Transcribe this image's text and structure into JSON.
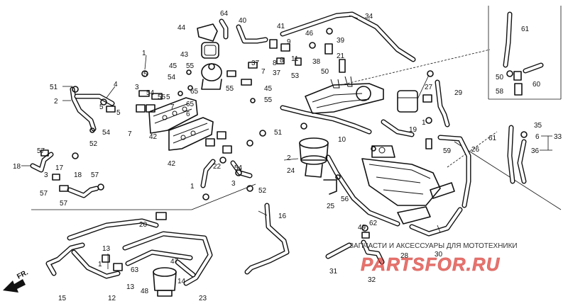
{
  "labels": {
    "c1": "1",
    "c2": "2",
    "c3": "3",
    "c4": "4",
    "c5a": "5",
    "c5b": "5",
    "c5c": "5",
    "c6": "6",
    "c7a": "7",
    "c7b": "7",
    "c7c": "7",
    "c8a": "8",
    "c8b": "8",
    "c9": "9",
    "c10": "10",
    "c11": "11",
    "c12": "12",
    "c13a": "13",
    "c13b": "13",
    "c14": "14",
    "c15": "15",
    "c16": "16",
    "c17": "17",
    "c18a": "18",
    "c18b": "18",
    "c19": "19",
    "c20": "20",
    "c21": "21",
    "c22": "22",
    "c23": "23",
    "c24": "24",
    "c25": "25",
    "c26": "26",
    "c27": "27",
    "c28": "28",
    "c29": "29",
    "c30": "30",
    "c31": "31",
    "c32": "32",
    "c33": "33",
    "c34": "34",
    "c35": "35",
    "c36": "36",
    "c37a": "37",
    "c37b": "37",
    "c38": "38",
    "c39": "39",
    "c40": "40",
    "c41": "41",
    "c42a": "42",
    "c42b": "42",
    "c43": "43",
    "c44": "44",
    "c45a": "45",
    "c45b": "45",
    "c46": "46",
    "c47": "47",
    "c48": "48",
    "c49": "49",
    "c50a": "50",
    "c50b": "50",
    "c51a": "51",
    "c51b": "51",
    "c52a": "52",
    "c52b": "52",
    "c53": "53",
    "c54a": "54",
    "c54b": "54",
    "c54c": "54",
    "c54d": "54",
    "c55a": "55",
    "c55b": "55",
    "c55c": "55",
    "c55d": "55",
    "c56": "56",
    "c57a": "57",
    "c57b": "57",
    "c57c": "57",
    "c57d": "57",
    "c58": "58",
    "c59": "59",
    "c60": "60",
    "c61a": "61",
    "c61b": "61",
    "c62": "62",
    "c63": "63",
    "c64": "64",
    "c65a": "65",
    "c65b": "65",
    "c1b": "1",
    "c3b": "3",
    "c3c": "3",
    "c13c": "13",
    "c1c": "1",
    "c2b": "2",
    "c5d": "5"
  },
  "front_arrow": "FR.",
  "watermark": {
    "subtitle": "ЗАПЧАСТИ И АКСЕССУАРЫ ДЛЯ МОТОТЕХНИКИ",
    "logo": "PARTSFOR.RU"
  }
}
